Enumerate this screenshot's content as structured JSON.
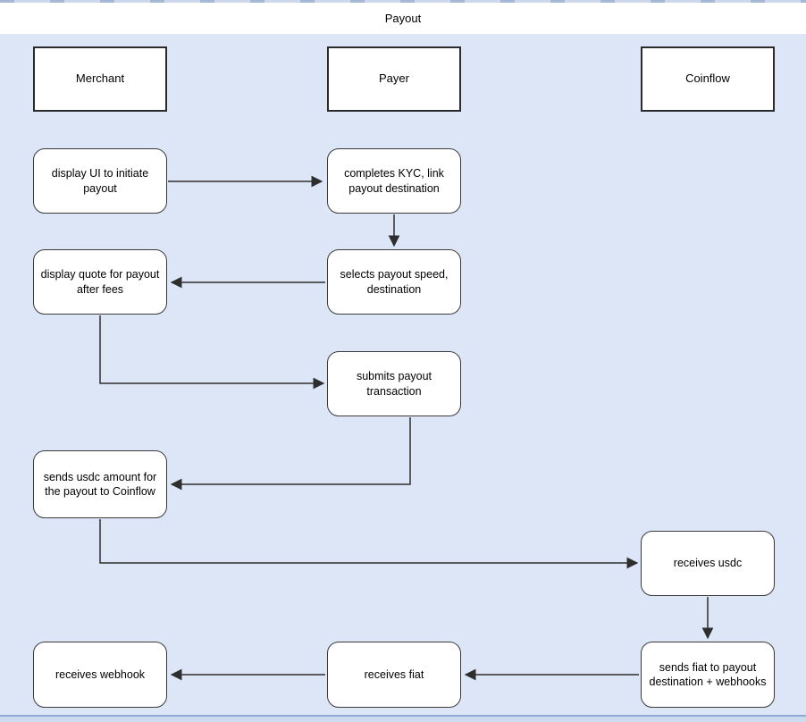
{
  "diagram": {
    "title": "Payout",
    "type": "flowchart",
    "colors": {
      "background": "#dce6f7",
      "node_fill": "#ffffff",
      "node_border": "#3a3a3a",
      "arrow": "#2e2e2e",
      "page_edge": "#8fabd3"
    },
    "lanes": [
      {
        "id": "merchant",
        "label": "Merchant"
      },
      {
        "id": "payer",
        "label": "Payer"
      },
      {
        "id": "coinflow",
        "label": "Coinflow"
      }
    ],
    "nodes": [
      {
        "id": "display-ui",
        "lane": "merchant",
        "label": "display UI to initiate payout"
      },
      {
        "id": "completes-kyc",
        "lane": "payer",
        "label": "completes KYC, link payout destination"
      },
      {
        "id": "display-quote",
        "lane": "merchant",
        "label": "display quote for payout after fees"
      },
      {
        "id": "selects-speed",
        "lane": "payer",
        "label": "selects payout speed, destination"
      },
      {
        "id": "submits-tx",
        "lane": "payer",
        "label": "submits payout transaction"
      },
      {
        "id": "sends-usdc",
        "lane": "merchant",
        "label": "sends usdc amount for the payout to Coinflow"
      },
      {
        "id": "receives-usdc",
        "lane": "coinflow",
        "label": "receives usdc"
      },
      {
        "id": "sends-fiat",
        "lane": "coinflow",
        "label": "sends fiat to payout destination + webhooks"
      },
      {
        "id": "receives-fiat",
        "lane": "payer",
        "label": "receives fiat"
      },
      {
        "id": "receives-webhook",
        "lane": "merchant",
        "label": "receives webhook"
      }
    ],
    "edges": [
      {
        "from": "display-ui",
        "to": "completes-kyc"
      },
      {
        "from": "completes-kyc",
        "to": "selects-speed"
      },
      {
        "from": "selects-speed",
        "to": "display-quote"
      },
      {
        "from": "display-quote",
        "to": "submits-tx"
      },
      {
        "from": "submits-tx",
        "to": "sends-usdc"
      },
      {
        "from": "sends-usdc",
        "to": "receives-usdc"
      },
      {
        "from": "receives-usdc",
        "to": "sends-fiat"
      },
      {
        "from": "sends-fiat",
        "to": "receives-fiat"
      },
      {
        "from": "receives-fiat",
        "to": "receives-webhook"
      }
    ]
  }
}
